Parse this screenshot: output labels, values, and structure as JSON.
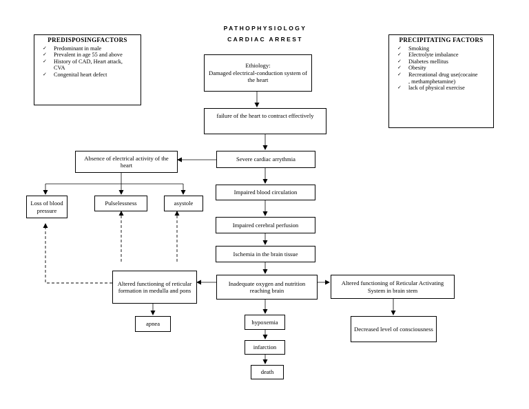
{
  "title": {
    "line1": "PATHOPHYSIOLOGY",
    "line2": "CARDIAC ARREST"
  },
  "predisposing": {
    "heading": "PREDISPOSINGFACTORS",
    "items": [
      "Predominant in male",
      "Prevalent in age 55 and above",
      "History of CAD, Heart attack, CVA",
      "Congenital heart defect"
    ]
  },
  "precipitating": {
    "heading": "PRECIPITATING FACTORS",
    "items": [
      "Smoking",
      "Electrolyte imbalance",
      "Diabetes mellitus",
      "Obesity",
      "Recreational drug use(cocaine , methamphetamine)",
      "lack of physical exercise"
    ]
  },
  "nodes": {
    "ethiology": {
      "label": "Ethiology:",
      "text": "Damaged electrical-conduction system of the heart"
    },
    "failure": "failure of the heart to contract effectively",
    "arrhythmia": "Severe cardiac arrythmia",
    "absence": "Absence of electrical activity of the heart",
    "loss_bp": "Loss of blood pressure",
    "pulseless": "Pulselessness",
    "asystole": "asystole",
    "impaired_circ": "Impaired blood circulation",
    "impaired_cereb": "Impaired cerebral perfusion",
    "ischemia": "Ischemia in the brain tissue",
    "inadequate": "Inadequate oxygen and nutrition reaching brain",
    "altered_reticular": "Altered functioning of reticular formation in medulla and pons",
    "altered_ras": "Altered functioning of Reticular Activating System in brain stem",
    "apnea": "apnea",
    "hypoxemia": "hypoxemia",
    "infarction": "infarction",
    "death": "death",
    "decreased_loc": "Decreased level of consciousness"
  }
}
